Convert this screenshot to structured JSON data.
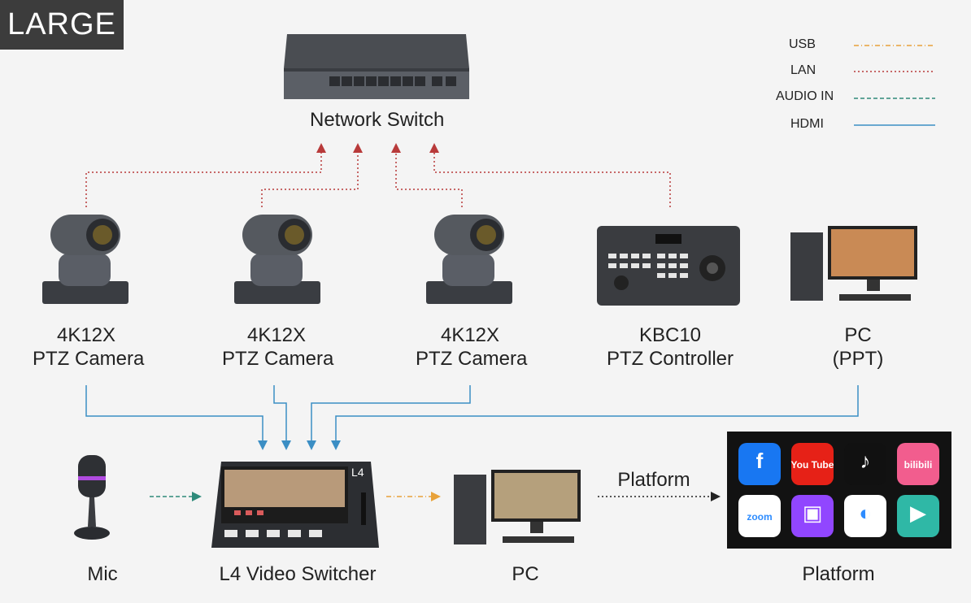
{
  "badge": "LARGE",
  "legend": [
    {
      "label": "USB",
      "color": "#e8a23a",
      "style": "dash-dot"
    },
    {
      "label": "LAN",
      "color": "#b83a3a",
      "style": "dotted"
    },
    {
      "label": "AUDIO IN",
      "color": "#2e8a7a",
      "style": "dashed"
    },
    {
      "label": "HDMI",
      "color": "#3b8ec4",
      "style": "solid"
    }
  ],
  "network_switch": {
    "label": "Network Switch"
  },
  "devices": [
    {
      "line1": "4K12X",
      "line2": "PTZ Camera"
    },
    {
      "line1": "4K12X",
      "line2": "PTZ Camera"
    },
    {
      "line1": "4K12X",
      "line2": "PTZ Camera"
    },
    {
      "line1": "KBC10",
      "line2": "PTZ Controller"
    },
    {
      "line1": "PC",
      "line2": "(PPT)"
    }
  ],
  "bottom": {
    "mic": "Mic",
    "switcher": "L4 Video Switcher",
    "pc": "PC",
    "platform": "Platform",
    "arrow_label": "Platform",
    "switcher_brand": "L4"
  },
  "platform_icons": [
    {
      "name": "facebook-icon",
      "text": "f",
      "color": "#1877f2"
    },
    {
      "name": "youtube-icon",
      "text": "You Tube",
      "color": "#e62117"
    },
    {
      "name": "tiktok-icon",
      "text": "♪",
      "color": "#111111"
    },
    {
      "name": "bilibili-icon",
      "text": "bilibili",
      "color": "#f25d8e"
    },
    {
      "name": "zoom-icon",
      "text": "zoom",
      "color": "#ffffff"
    },
    {
      "name": "twitch-icon",
      "text": "▣",
      "color": "#9146ff"
    },
    {
      "name": "teams-icon",
      "text": "◐",
      "color": "#ffffff"
    },
    {
      "name": "tencent-meeting-icon",
      "text": "▶",
      "color": "#2fb8a6"
    }
  ]
}
